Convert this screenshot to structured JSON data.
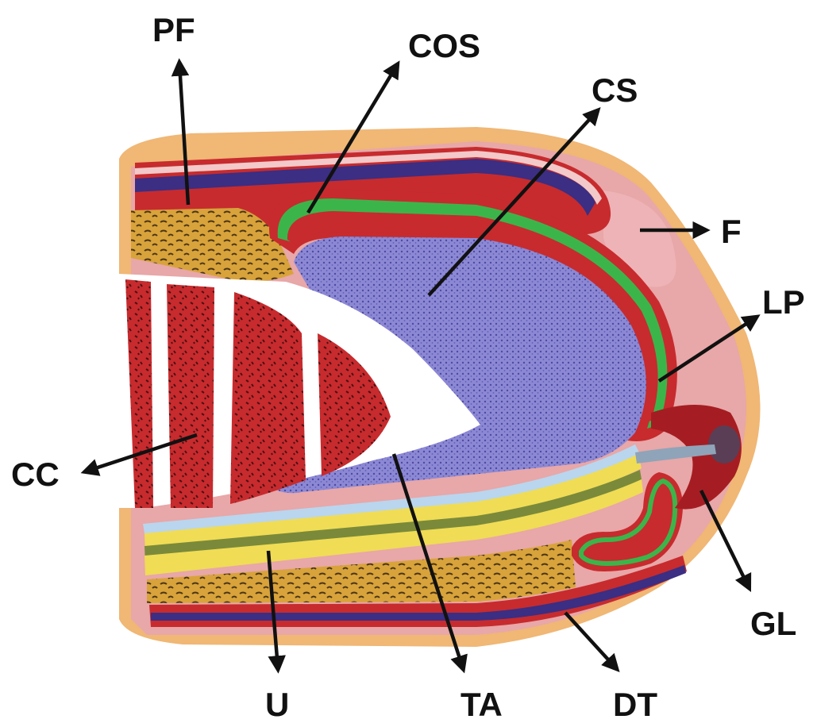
{
  "labels": {
    "pf": "PF",
    "cos": "COS",
    "cs": "CS",
    "f": "F",
    "lp": "LP",
    "cc": "CC",
    "gl": "GL",
    "u": "U",
    "ta": "TA",
    "dt": "DT"
  },
  "colors": {
    "background": "#ffffff",
    "outer_skin": "#f0b775",
    "dermis_pink": "#e8a7a8",
    "tissue_red": "#c72b2e",
    "deep_red": "#a51d22",
    "navy": "#3b2e83",
    "green": "#3bb54a",
    "cartilage_purple": "#8c88d4",
    "cartilage_dots": "#4c4aa2",
    "fat_yellow": "#d8a33b",
    "yellow": "#f0dc55",
    "light_blue": "#b9d6ee",
    "glans_dark": "#5a3e55",
    "arrow": "#111111"
  },
  "icons": {
    "arrow": "arrow-icon"
  }
}
